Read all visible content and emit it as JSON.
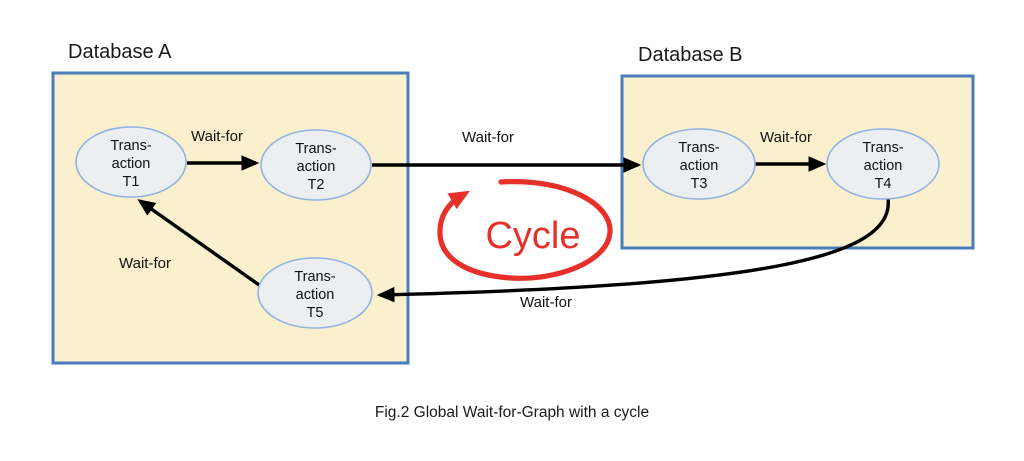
{
  "figure": {
    "caption": "Fig.2 Global Wait-for-Graph with a cycle",
    "colors": {
      "box_fill": "#faf0cd",
      "box_border": "#4a7ebb",
      "node_fill": "#eceff2",
      "node_border": "#8fb2e0",
      "edge": "#000000",
      "cycle": "#e8302a",
      "background": "#ffffff"
    }
  },
  "databases": [
    {
      "id": "db-a",
      "title": "Database A"
    },
    {
      "id": "db-b",
      "title": "Database B"
    }
  ],
  "nodes": [
    {
      "id": "t1",
      "line1": "Trans-",
      "line2": "action",
      "line3": "T1",
      "database": "Database A"
    },
    {
      "id": "t2",
      "line1": "Trans-",
      "line2": "action",
      "line3": "T2",
      "database": "Database A"
    },
    {
      "id": "t3",
      "line1": "Trans-",
      "line2": "action",
      "line3": "T3",
      "database": "Database B"
    },
    {
      "id": "t4",
      "line1": "Trans-",
      "line2": "action",
      "line3": "T4",
      "database": "Database B"
    },
    {
      "id": "t5",
      "line1": "Trans-",
      "line2": "action",
      "line3": "T5",
      "database": "Database A"
    }
  ],
  "edges": [
    {
      "id": "t1-t2",
      "from": "T1",
      "to": "T2",
      "label": "Wait-for"
    },
    {
      "id": "t2-t3",
      "from": "T2",
      "to": "T3",
      "label": "Wait-for"
    },
    {
      "id": "t3-t4",
      "from": "T3",
      "to": "T4",
      "label": "Wait-for"
    },
    {
      "id": "t4-t5",
      "from": "T4",
      "to": "T5",
      "label": "Wait-for"
    },
    {
      "id": "t5-t1",
      "from": "T5",
      "to": "T1",
      "label": "Wait-for"
    }
  ],
  "annotation": {
    "label": "Cycle",
    "color": "#e8302a",
    "direction": "counter-clockwise"
  }
}
